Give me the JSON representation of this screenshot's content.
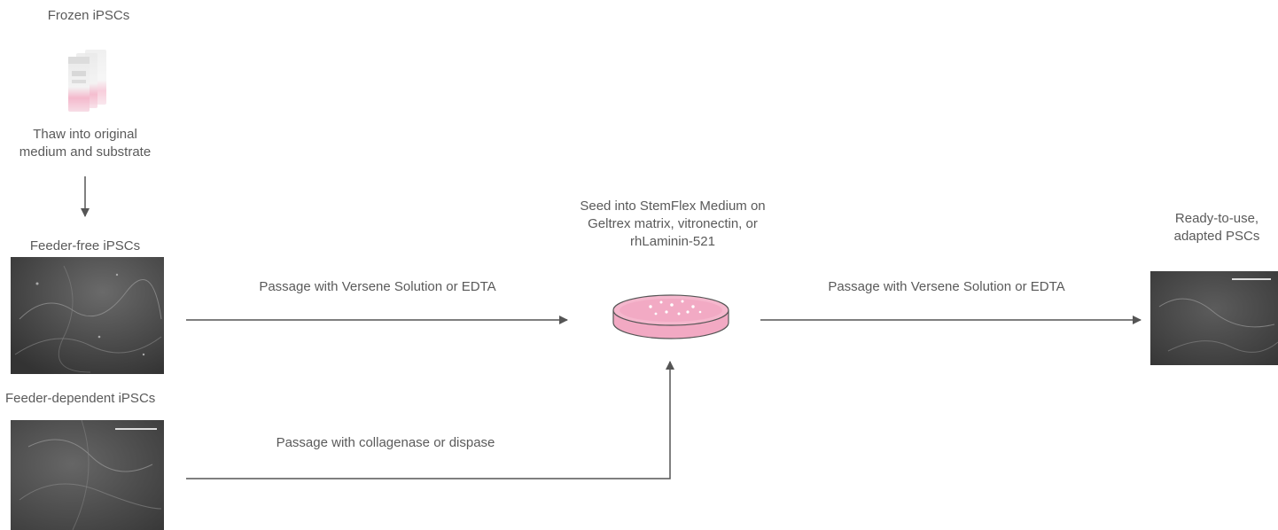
{
  "labels": {
    "frozen_ipscs": "Frozen iPSCs",
    "thaw_text": "Thaw into original\nmedium and substrate",
    "feeder_free": "Feeder-free iPSCs",
    "feeder_dependent": "Feeder-dependent iPSCs",
    "seed_text": "Seed into StemFlex Medium on\nGeltrex matrix, vitronectin, or\nrhLaminin-521",
    "ready_text": "Ready-to-use,\nadapted PSCs"
  },
  "arrows": {
    "passage_versene_1": "Passage with Versene Solution or EDTA",
    "passage_versene_2": "Passage with Versene Solution or EDTA",
    "passage_collagenase": "Passage with collagenase or dispase"
  },
  "colors": {
    "arrow": "#555555",
    "dish_fill": "#f2a9c3",
    "dish_rim": "#555555",
    "micrograph": "#3d3d3d",
    "vial_label": "#e8a3bb"
  },
  "icons": {
    "vials": "frozen-vials-icon",
    "dish": "petri-dish-icon"
  }
}
